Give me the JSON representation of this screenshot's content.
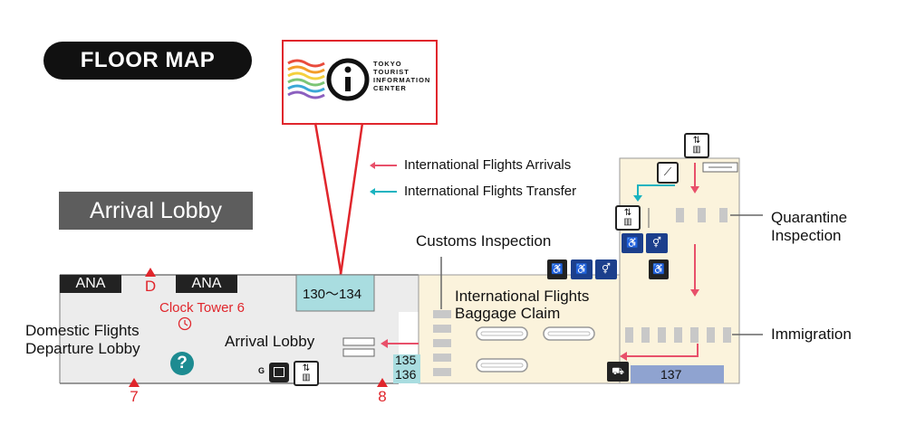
{
  "title": "FLOOR MAP",
  "callout": {
    "name_lines": [
      "TOKYO",
      "TOURIST",
      "INFORMATION",
      "CENTER"
    ]
  },
  "legend": {
    "arrivals": "International Flights Arrivals",
    "transfer": "International Flights Transfer",
    "arrivals_color": "#e8506a",
    "transfer_color": "#1ab3c0"
  },
  "area_tag": "Arrival Lobby",
  "labels": {
    "ana_left": "ANA",
    "ana_right": "ANA",
    "gate_d": "D",
    "gate_7": "7",
    "gate_8": "8",
    "clock_tower": "Clock Tower 6",
    "domestic_1": "Domestic Flights",
    "domestic_2": "Departure Lobby",
    "arrival_lobby": "Arrival Lobby",
    "range_130": "130～134",
    "door_135": "135",
    "door_136": "136",
    "customs": "Customs  Inspection",
    "baggage_1": "International Flights",
    "baggage_2": "Baggage Claim",
    "quarantine_1": "Quarantine",
    "quarantine_2": "Inspection",
    "immigration": "Immigration",
    "area_137": "137",
    "info_mark": "?",
    "locker_g": "G"
  },
  "colors": {
    "accent_red": "#e0262c",
    "info_teal": "#1d8b91",
    "area_cyan": "#a9dde0",
    "area_blue": "#8fa3d0",
    "floor_gray": "#ececec",
    "floor_cream": "#fbf3dc"
  },
  "icons": [
    "elevator-icon",
    "escalator-icon",
    "accessible-icon",
    "restroom-icon",
    "nursing-room-icon",
    "coin-locker-icon",
    "baggage-cart-icon",
    "clock-icon",
    "information-icon"
  ]
}
